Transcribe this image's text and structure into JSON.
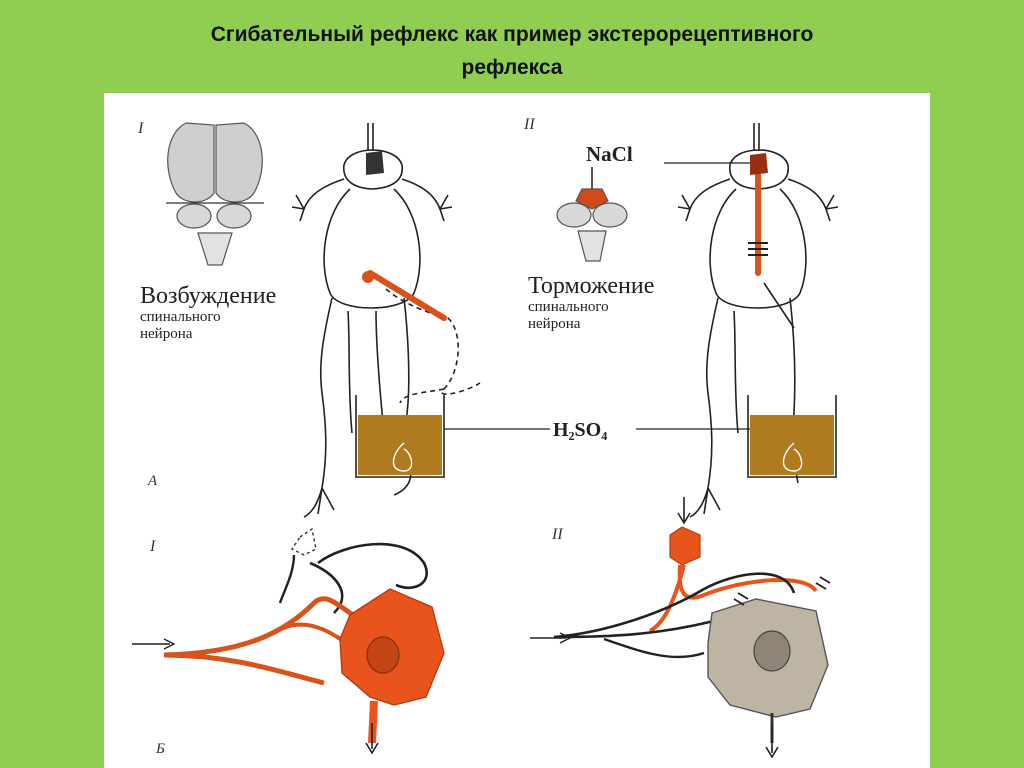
{
  "slide": {
    "title_line1": "Сгибательный   рефлекс как пример  экстерорецептивного",
    "title_line2": "рефлекса"
  },
  "figure": {
    "panel_a": {
      "roman_left": "I",
      "roman_right": "II",
      "excitation_title": "Возбуждение",
      "excitation_sub1": "спинального",
      "excitation_sub2": "нейрона",
      "inhibition_title": "Торможение",
      "inhibition_sub1": "спинального",
      "inhibition_sub2": "нейрона",
      "salt_label": "NaCl",
      "acid_label": "H₂SO₄",
      "panel_letter": "А"
    },
    "panel_b": {
      "roman_left": "I",
      "roman_right": "II",
      "panel_letter": "Б"
    }
  },
  "colors": {
    "background": "#8fce50",
    "neuron_orange": "#e8541c",
    "acid_brown": "#b07a1e",
    "inhibited_gray": "#bdb4a4"
  }
}
